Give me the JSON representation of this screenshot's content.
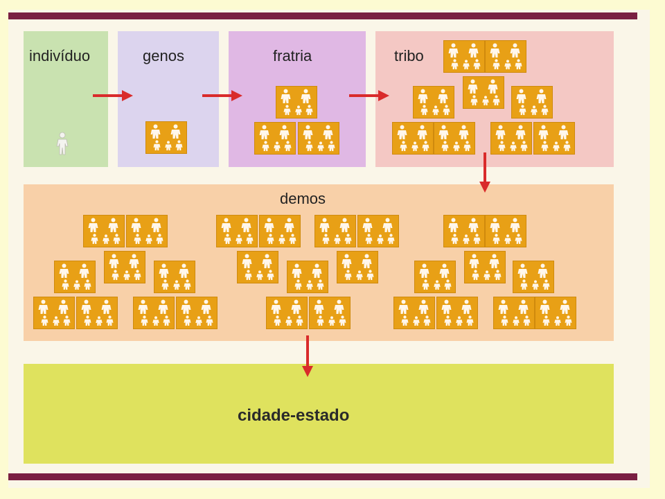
{
  "stages": {
    "individuo": "indivíduo",
    "genos": "genos",
    "fratria": "fratria",
    "tribo": "tribo",
    "demos": "demos",
    "cidade": "cidade-estado"
  },
  "icons": {
    "arrow": "arrow-icon",
    "person": "person-icon",
    "family": "family-group-icon"
  },
  "colors": {
    "frame_bar": "#7a1f42",
    "individuo_panel": "#c9e2b0",
    "genos_panel": "#dcd4ee",
    "fratria_panel": "#e0b8e4",
    "tribo_panel": "#f4c8c4",
    "demos_panel": "#f8d0a8",
    "cidade_panel": "#dfe25e",
    "family_block": "#e8a016",
    "arrow": "#d92b2b"
  }
}
